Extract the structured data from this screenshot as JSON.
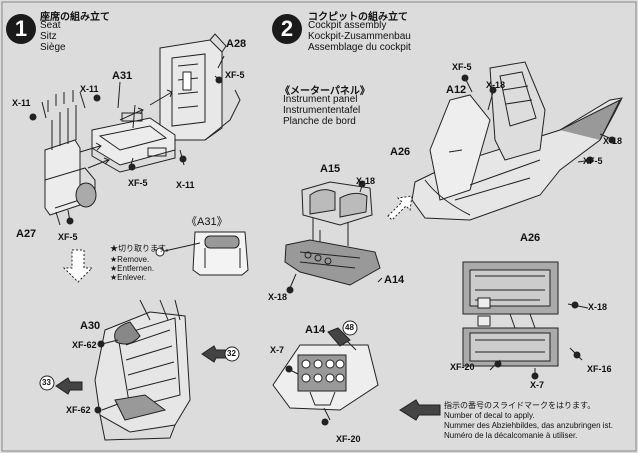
{
  "step1": {
    "number": "1",
    "title_jp": "座席の組み立て",
    "title_en": "Seat",
    "title_de": "Sitz",
    "title_fr": "Siège",
    "parts": {
      "a28": "A28",
      "a31": "A31",
      "a27": "A27",
      "a30": "A30",
      "x11_a": "X-11",
      "x11_b": "X-11",
      "x11_c": "X-11",
      "xf5_a": "XF-5",
      "xf5_b": "XF-5",
      "xf5_c": "XF-5",
      "xf62_a": "XF-62",
      "xf62_b": "XF-62",
      "detail_a31": "《A31》"
    },
    "remove_jp": "★切り取ります。",
    "remove_en": "★Remove.",
    "remove_de": "★Entfernen.",
    "remove_fr": "★Enlever.",
    "decal_32": "32",
    "decal_33": "33"
  },
  "step2": {
    "number": "2",
    "title_jp": "コクピットの組み立て",
    "title_en": "Cockpit assembly",
    "title_de": "Kockpit-Zusammenbau",
    "title_fr": "Assemblage du cockpit",
    "panel_jp": "《メーターパネル》",
    "panel_en": "Instrument panel",
    "panel_de": "Instrumententafel",
    "panel_fr": "Planche de bord",
    "parts": {
      "xf5_a": "XF-5",
      "a12": "A12",
      "x18_a": "X-18",
      "x18_b": "X-18",
      "a26_a": "A26",
      "xf5_b": "XF-5",
      "a15": "A15",
      "x18_c": "X-18",
      "a14_a": "A14",
      "x18_d": "X-18",
      "a26_b": "A26",
      "x18_e": "X-18",
      "xf16": "XF-16",
      "xf20_a": "XF-20",
      "x7_a": "X-7",
      "a14_b": "A14",
      "x7_b": "X-7",
      "xf20_b": "XF-20"
    },
    "decal_48": "48"
  },
  "decal_note": {
    "jp": "指示の番号のスライドマークをはります。",
    "en": "Number of decal to apply.",
    "de": "Nummer des Abziehbildes, das anzubringen ist.",
    "fr": "Numéro de la décalcomanie à utiliser."
  }
}
